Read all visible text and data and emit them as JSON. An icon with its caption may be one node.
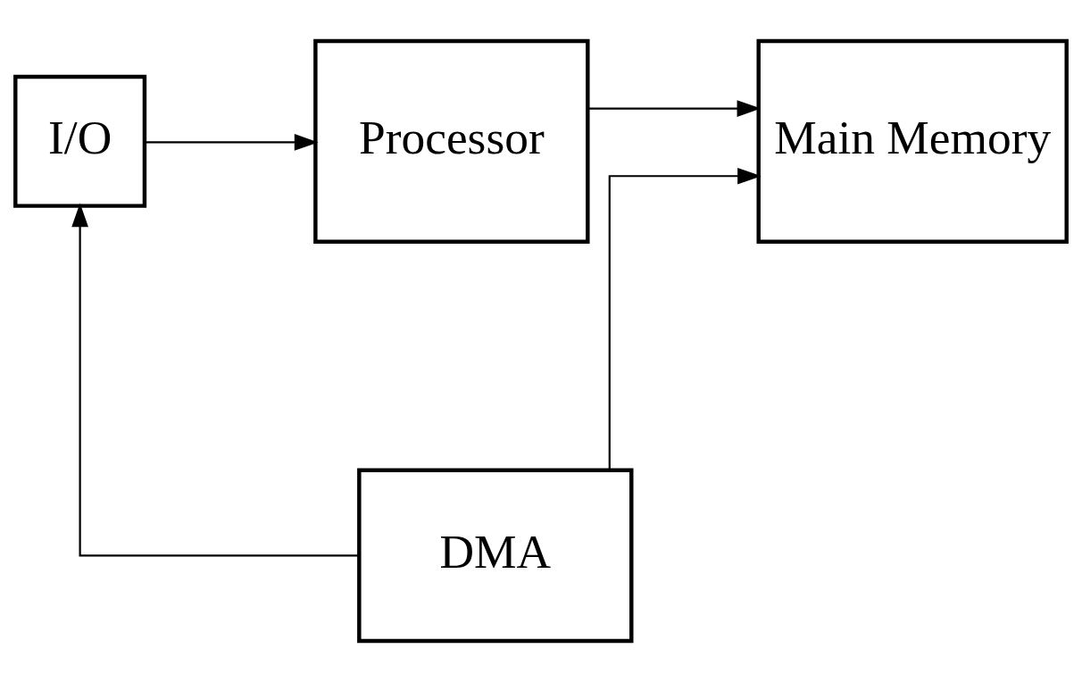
{
  "diagram": {
    "nodes": [
      {
        "text": [
          "I/O"
        ]
      },
      {
        "text": [
          "Processor"
        ]
      },
      {
        "text": [
          "Main Memory"
        ]
      },
      {
        "text": [
          "DMA"
        ]
      }
    ],
    "edges": [
      {
        "from": 0,
        "to": 1,
        "arrow": "to"
      },
      {
        "from": 1,
        "to": 2,
        "arrow": "to"
      },
      {
        "from": 3,
        "to": 0,
        "arrow": "to"
      },
      {
        "from": 3,
        "to": 2,
        "arrow": "to"
      }
    ]
  }
}
